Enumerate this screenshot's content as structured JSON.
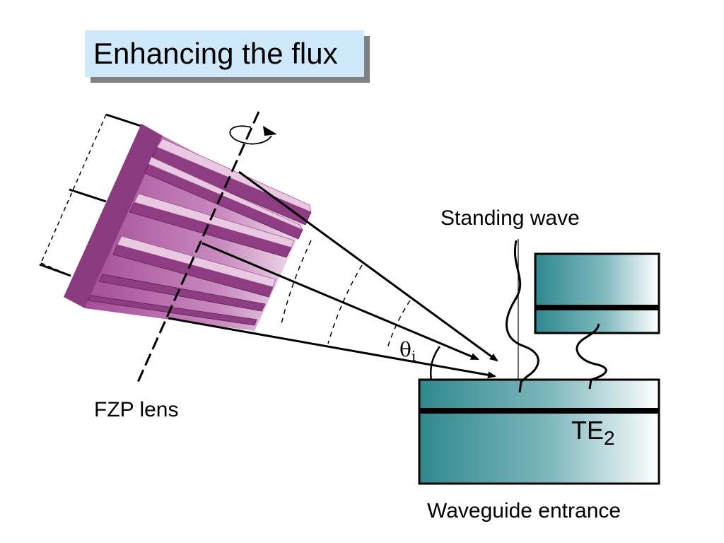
{
  "title": "Enhancing the flux",
  "labels": {
    "standing_wave": "Standing wave",
    "fzp_lens": "FZP lens",
    "waveguide_entrance": "Waveguide entrance",
    "mode_main": "TE",
    "mode_sub": "2",
    "angle_main": "θ",
    "angle_sub": "i"
  },
  "colors": {
    "lens": "#b05aa0",
    "lens_dark": "#8a3a7e",
    "waveguide": "#3f9399",
    "title_bg": "#cfe9fb"
  }
}
